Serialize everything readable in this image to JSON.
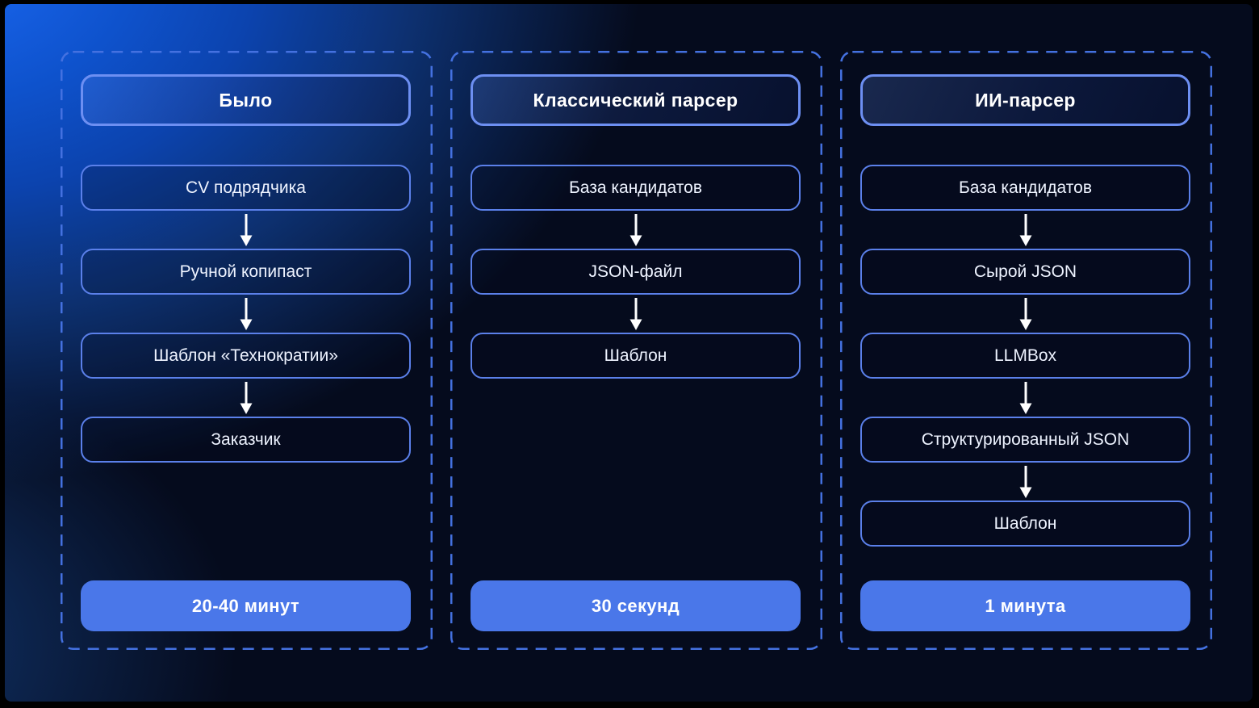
{
  "slide": {
    "type": "comparison-flowchart"
  },
  "colors": {
    "background_dark": "#050b1d",
    "glow_blue": "#1b68f2",
    "dashed_border": "#4471e0",
    "box_border": "#5b80ea",
    "header_border": "#6d8ff2",
    "duration_fill": "#4a77e9",
    "arrow": "#ffffff",
    "text": "#ffffff"
  },
  "columns": [
    {
      "id": "before",
      "title": "Было",
      "steps": [
        "CV подрядчика",
        "Ручной копипаст",
        "Шаблон «Технократии»",
        "Заказчик"
      ],
      "time": "20-40 минут"
    },
    {
      "id": "classic-parser",
      "title": "Классический парсер",
      "steps": [
        "База кандидатов",
        "JSON-файл",
        "Шаблон"
      ],
      "time": "30 секунд"
    },
    {
      "id": "ai-parser",
      "title": "ИИ-парсер",
      "steps": [
        "База кандидатов",
        "Сырой JSON",
        "LLMBox",
        "Структурированный JSON",
        "Шаблон"
      ],
      "time": "1 минута"
    }
  ]
}
